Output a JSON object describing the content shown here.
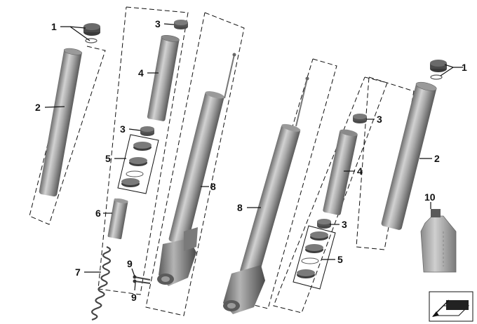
{
  "callouts": {
    "left_1": "1",
    "left_2": "2",
    "left_3_top": "3",
    "left_4": "4",
    "left_3_bottom": "3",
    "left_5": "5",
    "left_6": "6",
    "left_7": "7",
    "left_8": "8",
    "left_9_top": "9",
    "left_9_bottom": "9",
    "right_8": "8",
    "right_3_top": "3",
    "right_4": "4",
    "right_3_bottom": "3",
    "right_5": "5",
    "right_1": "1",
    "right_2": "2",
    "right_10": "10"
  },
  "icons": {
    "corner": "view-direction-icon"
  }
}
